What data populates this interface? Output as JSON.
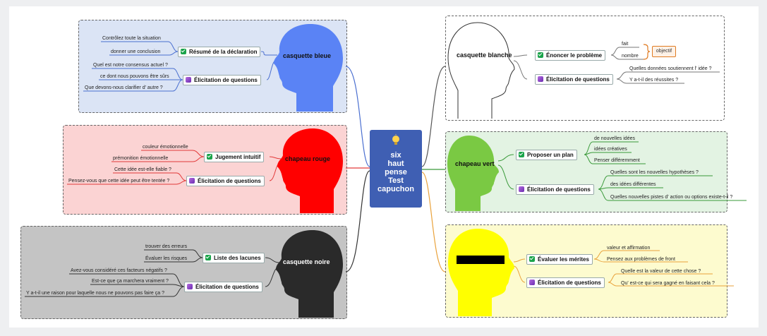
{
  "center": {
    "lines": [
      "six",
      "haut",
      "pense",
      "Test",
      "capuchon"
    ],
    "icon": "lightbulb-icon",
    "color": "#3f5fb3"
  },
  "hats": {
    "blue": {
      "label": "casquette bleue",
      "color": "#5a83f5",
      "branches": [
        {
          "label": "Résumé de la déclaration",
          "icon": "green-check-icon",
          "items": [
            "Contrôlez toute la situation",
            "donner une conclusion"
          ]
        },
        {
          "label": "Élicitation de questions",
          "icon": "purple-cube-icon",
          "items": [
            "Quel est notre consensus actuel ?",
            "ce dont nous pouvons être sûrs",
            "Que devons-nous clarifier d' autre ?"
          ]
        }
      ]
    },
    "red": {
      "label": "chapeau rouge",
      "color": "#ff0000",
      "branches": [
        {
          "label": "Jugement intuitif",
          "icon": "green-check-icon",
          "items": [
            "couleur émotionnelle",
            "prémonition émotionnelle"
          ]
        },
        {
          "label": "Élicitation de questions",
          "icon": "purple-cube-icon",
          "items": [
            "Cette idée est-elle fiable ?",
            "Pensez-vous que cette idée peut être tentée ?"
          ]
        }
      ]
    },
    "black": {
      "label": "casquette noire",
      "color": "#2a2a2a",
      "branches": [
        {
          "label": "Liste des lacunes",
          "icon": "green-check-icon",
          "items": [
            "trouver des erreurs",
            "Évaluer les risques"
          ]
        },
        {
          "label": "Élicitation de questions",
          "icon": "purple-cube-icon",
          "items": [
            "Avez-vous considéré ces facteurs négatifs ?",
            "Est-ce que ça marchera vraiment ?",
            "Y a-t-il une raison pour laquelle nous ne pouvons pas faire ça ?"
          ]
        }
      ]
    },
    "white": {
      "label": "casquette blanche",
      "color": "#ffffff",
      "branches": [
        {
          "label": "Énoncer le problème",
          "icon": "green-check-icon",
          "items": [
            "fait",
            "nombre"
          ],
          "summary": "objectif"
        },
        {
          "label": "Élicitation de questions",
          "icon": "purple-cube-icon",
          "items": [
            "Quelles données soutiennent l' idée ?",
            "Y a-t-il des réussites ?"
          ]
        }
      ]
    },
    "green": {
      "label": "chapeau vert",
      "color": "#7ac943",
      "branches": [
        {
          "label": "Proposer un plan",
          "icon": "green-check-icon",
          "items": [
            "de nouvelles idées",
            "idées créatives",
            "Penser différemment"
          ]
        },
        {
          "label": "Élicitation de questions",
          "icon": "purple-cube-icon",
          "items": [
            "Quelles sont les nouvelles hypothèses ?",
            "des idées différentes",
            "Quelles nouvelles pistes d' action ou options existe-t-il ?"
          ]
        }
      ]
    },
    "yellow": {
      "label": "",
      "color": "#ffff00",
      "branches": [
        {
          "label": "Évaluer les mérites",
          "icon": "green-check-icon",
          "items": [
            "valeur et affirmation",
            "Pensez aux problèmes de front"
          ]
        },
        {
          "label": "Élicitation de questions",
          "icon": "purple-cube-icon",
          "items": [
            "Quelle est la valeur de cette chose ?",
            "Qu' est-ce qui sera gagné en faisant cela ?"
          ]
        }
      ]
    }
  },
  "panel_colors": {
    "blue": "#dbe4f5",
    "red": "#fbd3d3",
    "black": "#c4c4c4",
    "white": "#ffffff",
    "green": "#e3f3e3",
    "yellow": "#fdfbcf"
  },
  "line_colors": {
    "blue": "#4a6fd0",
    "red": "#e23a3a",
    "black": "#333333",
    "white": "#555555",
    "green": "#3a9a3a",
    "yellow": "#e9a23b"
  }
}
